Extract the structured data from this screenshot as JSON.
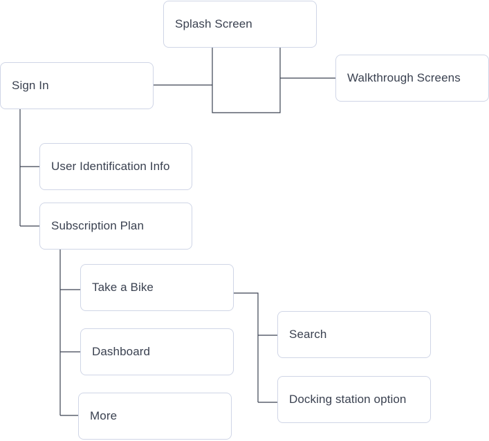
{
  "nodes": {
    "splash": "Splash Screen",
    "walkthrough": "Walkthrough Screens",
    "signin": "Sign In",
    "user_info": "User Identification Info",
    "subscription": "Subscription Plan",
    "take_bike": "Take a Bike",
    "dashboard": "Dashboard",
    "more": "More",
    "search": "Search",
    "docking": "Docking station option"
  },
  "colors": {
    "node_border": "#cfd5e6",
    "connector": "#3a4150",
    "text": "#3a4150"
  }
}
